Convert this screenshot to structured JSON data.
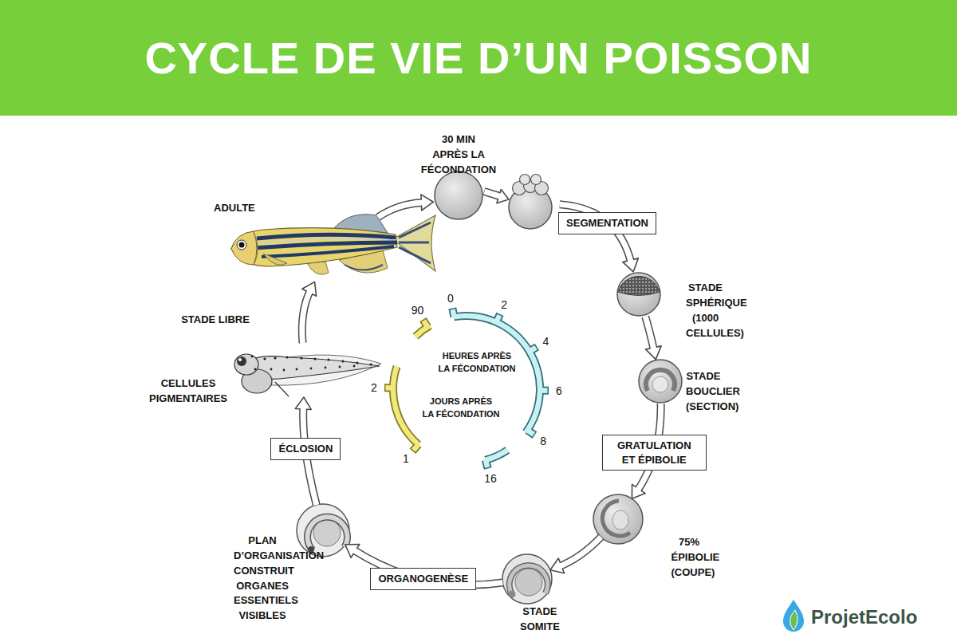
{
  "diagram": {
    "title": "CYCLE DE VIE D’UN POISSON",
    "nodes": [
      {
        "text": [
          "30 MIN APRÈS LA FÉCONDATION"
        ]
      },
      {
        "text": [
          "STADE SPHÉRIQUE (1000 CELLULES)"
        ]
      },
      {
        "text": [
          "STADE BOUCLIER (SECTION)"
        ]
      },
      {
        "text": [
          "75% ÉPIBOLIE (COUPE)"
        ]
      },
      {
        "text": [
          "STADE SOMITE"
        ]
      },
      {
        "text": [
          "PLAN D’ORGANISATION CONSTRUIT ORGANES ESSENTIELS VISIBLES"
        ]
      },
      {
        "text": [
          "STADE LIBRE"
        ]
      },
      {
        "text": [
          "ADULTE"
        ]
      }
    ],
    "edges": [
      {
        "from": 0,
        "to": 1,
        "arrow": "to",
        "label": "SEGMENTATION"
      },
      {
        "from": 1,
        "to": 2,
        "arrow": "to"
      },
      {
        "from": 2,
        "to": 3,
        "arrow": "to",
        "label": "GRATULATION ET ÉPIBOLIE"
      },
      {
        "from": 3,
        "to": 4,
        "arrow": "to"
      },
      {
        "from": 4,
        "to": 5,
        "arrow": "to",
        "label": "ORGANOGENÈSE"
      },
      {
        "from": 5,
        "to": 6,
        "arrow": "to",
        "label": "ÉCLOSION"
      },
      {
        "from": 6,
        "to": 7,
        "arrow": "to"
      },
      {
        "from": 7,
        "to": 0,
        "arrow": "to"
      }
    ],
    "labels": [
      "CELLULES PIGMENTAIRES",
      "0",
      "2",
      "4",
      "6",
      "8",
      "16",
      "90",
      "2",
      "1",
      "HEURES APRÈS LA FÉCONDATION",
      "JOURS APRÈS LA FÉCONDATION",
      "ProjetEcolo"
    ]
  }
}
